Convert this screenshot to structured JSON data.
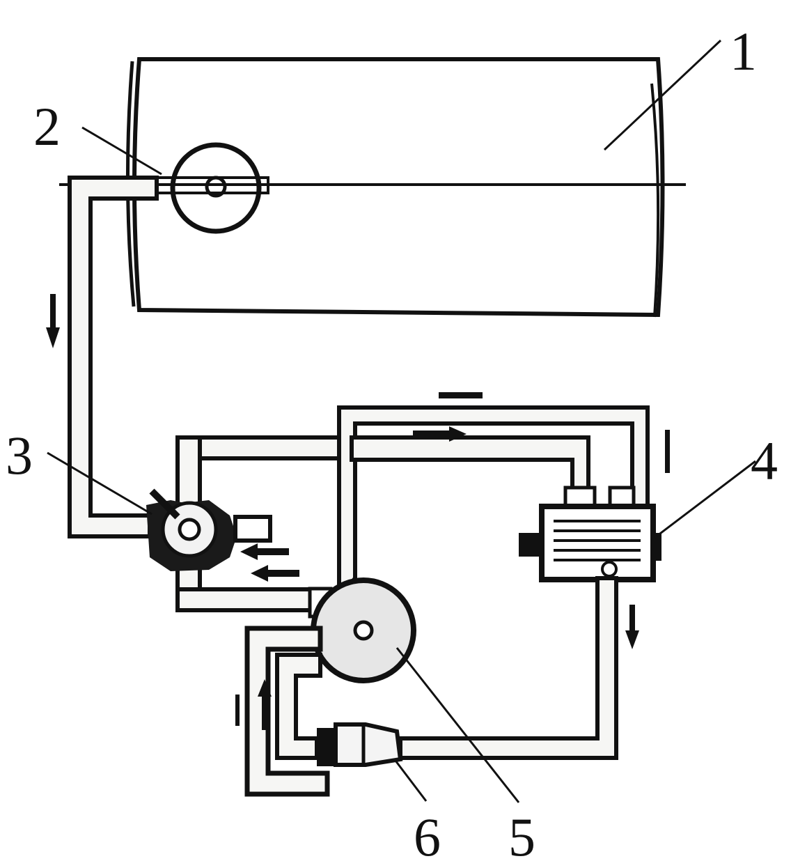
{
  "labels": {
    "tank": "1",
    "filler_cap": "2",
    "valve": "3",
    "filter": "4",
    "pump": "5",
    "nozzle": "6"
  },
  "icons": [
    "flow-arrow-down",
    "flow-arrow-right",
    "flow-arrow-left",
    "flow-arrow-up"
  ],
  "colors": {
    "ink": "#111111",
    "paper": "#ffffff",
    "shade": "#cfcfcf"
  }
}
